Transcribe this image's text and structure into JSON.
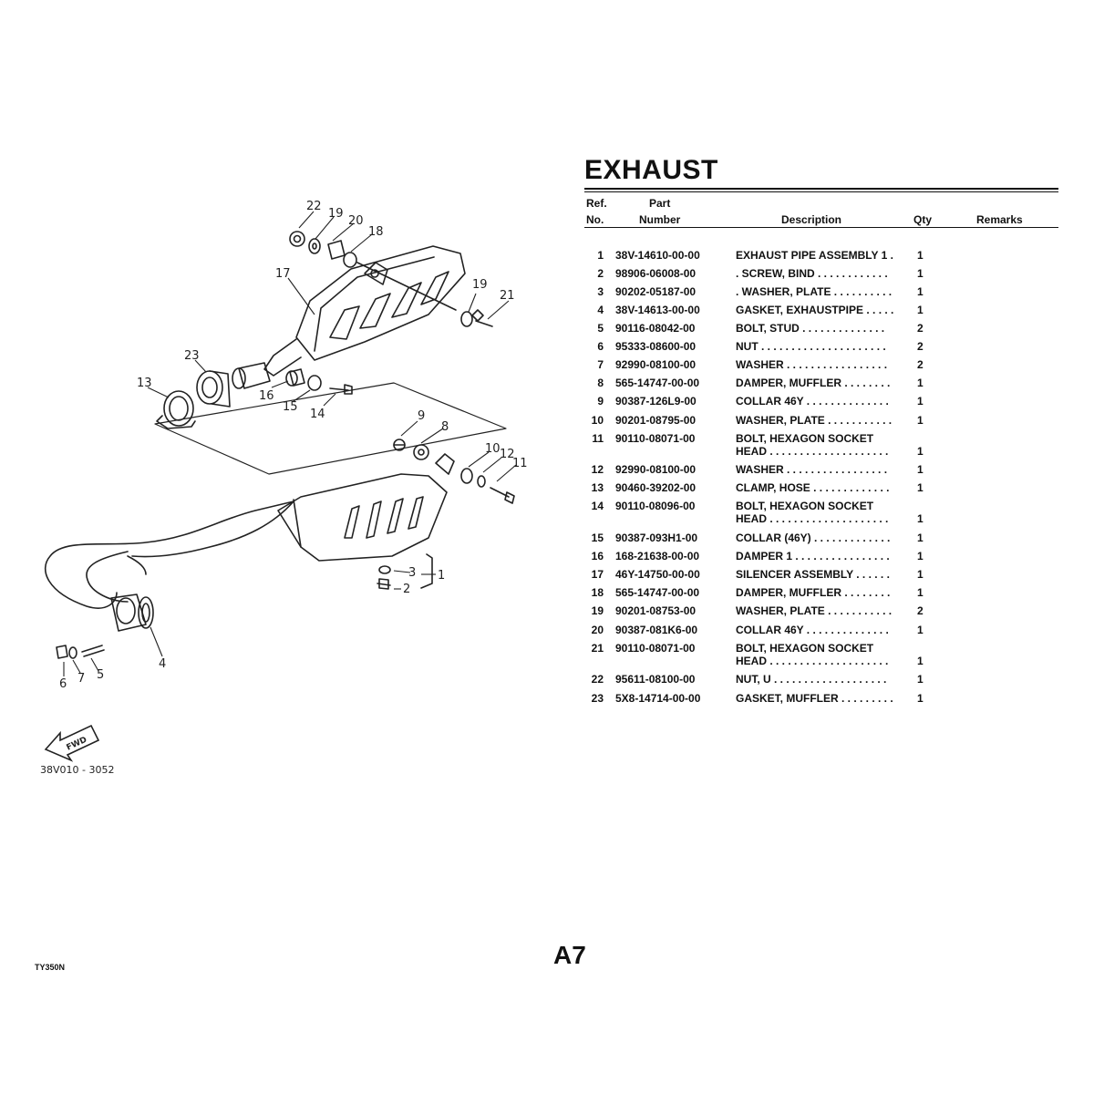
{
  "title": "EXHAUST",
  "headers": {
    "ref_line1": "Ref.",
    "ref_line2": "No.",
    "part_line1": "Part",
    "part_line2": "Number",
    "description": "Description",
    "qty": "Qty",
    "remarks": "Remarks"
  },
  "rows": [
    {
      "ref": "1",
      "part": "38V-14610-00-00",
      "desc": "EXHAUST PIPE ASSEMBLY 1  .",
      "qty": "1"
    },
    {
      "ref": "2",
      "part": "98906-06008-00",
      "desc": ". SCREW, BIND  . . . . . . . . . . . .",
      "qty": "1"
    },
    {
      "ref": "3",
      "part": "90202-05187-00",
      "desc": ". WASHER, PLATE  . . . . . . . . . .",
      "qty": "1"
    },
    {
      "ref": "4",
      "part": "38V-14613-00-00",
      "desc": "GASKET, EXHAUSTPIPE  . . . . .",
      "qty": "1"
    },
    {
      "ref": "5",
      "part": "90116-08042-00",
      "desc": "BOLT, STUD  . . . . . . . . . . . . . .",
      "qty": "2"
    },
    {
      "ref": "6",
      "part": "95333-08600-00",
      "desc": "NUT  . . . . . . . . . . . . . . . . . . . . .",
      "qty": "2"
    },
    {
      "ref": "7",
      "part": "92990-08100-00",
      "desc": "WASHER  . . . . . . . . . . . . . . . . .",
      "qty": "2"
    },
    {
      "ref": "8",
      "part": "565-14747-00-00",
      "desc": "DAMPER, MUFFLER  . . . . . . . .",
      "qty": "1"
    },
    {
      "ref": "9",
      "part": "90387-126L9-00",
      "desc": "COLLAR 46Y  . . . . . . . . . . . . . .",
      "qty": "1"
    },
    {
      "ref": "10",
      "part": "90201-08795-00",
      "desc": "WASHER, PLATE  . . . . . . . . . . .",
      "qty": "1"
    },
    {
      "ref": "11",
      "part": "90110-08071-00",
      "desc": "BOLT, HEXAGON SOCKET",
      "desc2": "HEAD  . . . . . . . . . . . . . . . . . . . .",
      "qty": "1"
    },
    {
      "ref": "12",
      "part": "92990-08100-00",
      "desc": "WASHER  . . . . . . . . . . . . . . . . .",
      "qty": "1"
    },
    {
      "ref": "13",
      "part": "90460-39202-00",
      "desc": "CLAMP, HOSE  . . . . . . . . . . . . .",
      "qty": "1"
    },
    {
      "ref": "14",
      "part": "90110-08096-00",
      "desc": "BOLT, HEXAGON SOCKET",
      "desc2": "HEAD  . . . . . . . . . . . . . . . . . . . .",
      "qty": "1"
    },
    {
      "ref": "15",
      "part": "90387-093H1-00",
      "desc": "COLLAR (46Y)  . . . . . . . . . . . . .",
      "qty": "1"
    },
    {
      "ref": "16",
      "part": "168-21638-00-00",
      "desc": "DAMPER 1  . . . . . . . . . . . . . . . .",
      "qty": "1"
    },
    {
      "ref": "17",
      "part": "46Y-14750-00-00",
      "desc": "SILENCER ASSEMBLY  . . . . . .",
      "qty": "1"
    },
    {
      "ref": "18",
      "part": "565-14747-00-00",
      "desc": "DAMPER, MUFFLER  . . . . . . . .",
      "qty": "1"
    },
    {
      "ref": "19",
      "part": "90201-08753-00",
      "desc": "WASHER, PLATE  . . . . . . . . . . .",
      "qty": "2"
    },
    {
      "ref": "20",
      "part": "90387-081K6-00",
      "desc": "COLLAR 46Y  . . . . . . . . . . . . . .",
      "qty": "1"
    },
    {
      "ref": "21",
      "part": "90110-08071-00",
      "desc": "BOLT, HEXAGON SOCKET",
      "desc2": "HEAD  . . . . . . . . . . . . . . . . . . . .",
      "qty": "1"
    },
    {
      "ref": "22",
      "part": "95611-08100-00",
      "desc": "NUT, U  . . . . . . . . . . . . . . . . . . .",
      "qty": "1"
    },
    {
      "ref": "23",
      "part": "5X8-14714-00-00",
      "desc": "GASKET, MUFFLER  . . . . . . . . .",
      "qty": "1"
    }
  ],
  "diagram": {
    "callouts": [
      "1",
      "2",
      "3",
      "4",
      "5",
      "6",
      "7",
      "8",
      "9",
      "10",
      "11",
      "12",
      "13",
      "14",
      "15",
      "16",
      "17",
      "18",
      "19",
      "20",
      "21",
      "22",
      "23"
    ],
    "fwd_label": "FWD",
    "drawing_code": "38V010 - 3052"
  },
  "page_number": "A7",
  "model": "TY350N"
}
